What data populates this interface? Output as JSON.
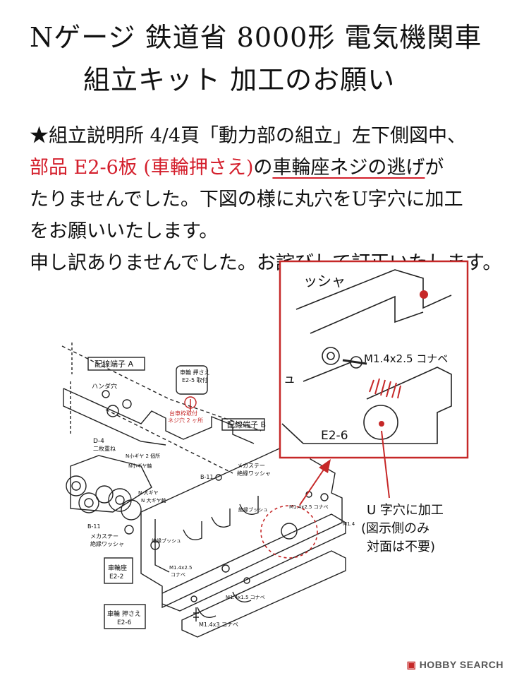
{
  "title": {
    "line1": "Nゲージ 鉄道省 8000形 電気機関車",
    "line2": "組立キット 加工のお願い"
  },
  "notice": {
    "line1": "★組立説明所 4/4頁「動力部の組立」左下側図中、",
    "line2_part1": "部品 E2-6板 (車輪押さえ)",
    "line2_part2": "の",
    "line2_part3": "車輪座ネジの逃げ",
    "line2_part4": "が",
    "line3": "たりませんでした。下図の様に丸穴をU字穴に加工",
    "line4": "をお願いいたします。",
    "line5": "申し訳ありませんでした。お詫びして訂正いたします。"
  },
  "zoom_inset": {
    "top_label": "ッシャ",
    "screw_label": "M1.4x2.5 コナベ",
    "part_label": "E2-6",
    "left_edge_label": "ュ"
  },
  "instruction": {
    "line1": "U 字穴に加工",
    "line2": "(図示側のみ",
    "line3": "対面は不要)"
  },
  "drawing_labels": {
    "wiring_a": "配線端子 A",
    "wiring_b": "配線端子 B",
    "solder_hole": "ハンダ穴",
    "wheel_press_title": "車輪 押さえ",
    "wheel_press_sub": "E2-5 取付",
    "bogie_mount_1": "台車枠取付",
    "bogie_mount_2": "ネジ穴 2 ヶ所",
    "d4": "D-4",
    "d4_sub": "二枚重ね",
    "n_small_gear_a": "N小ギヤ 2 個所",
    "n_small_gear_b": "N小ギヤ軸",
    "n_large_gear_a": "N 大ギヤ",
    "n_large_gear_b": "N 大ギヤ軸",
    "b11_top": "B-11",
    "b11_left": "B-11",
    "mecha_stay_a": "メカステー",
    "mecha_stay_b": "絶縁ワッシャ",
    "mecha_stay_left_a": "メカステー",
    "mecha_stay_left_b": "絶縁ワッシャ",
    "insul_bush": "絶縁ブッシュ",
    "insul_bush_2": "絶縁ブッシュ",
    "m14x2_small": "M1.4x2.5 コナベ",
    "m14_right": "M1.4",
    "wheel_seat": "車輪座",
    "wheel_seat_sub": "E2-2",
    "m14x25_a": "M1.4x2.5",
    "m14x25_b": "コナベ",
    "m14x15": "M1.4x1.5 コナベ",
    "wheel_press_bottom": "車輪 押さえ",
    "wheel_press_bottom_sub": "E2-6",
    "m14x3": "M1.4x3 コナベ"
  },
  "watermark": {
    "brand": "HOBBY SEARCH"
  },
  "colors": {
    "accent_red": "#d41f2c",
    "ink": "#111111"
  }
}
